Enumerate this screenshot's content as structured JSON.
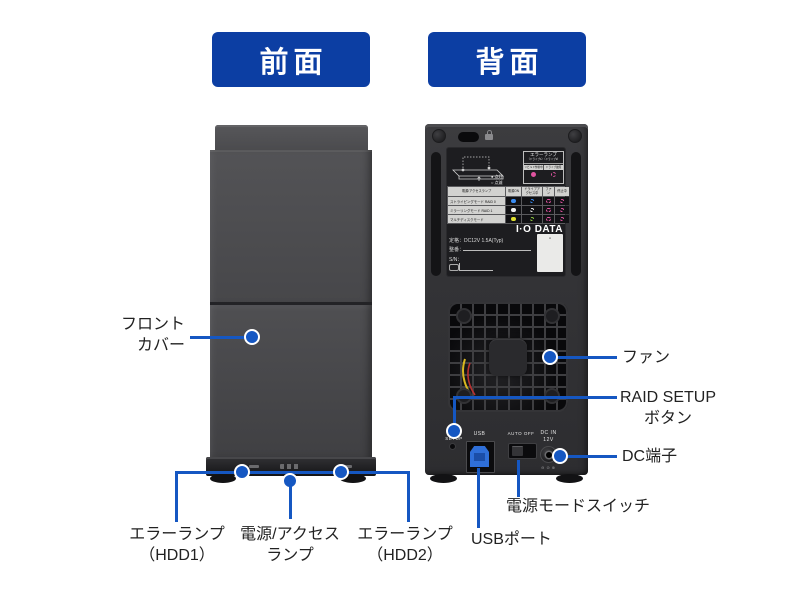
{
  "colors": {
    "badge_blue": "#0c3ea3",
    "callout_blue": "#1557c2",
    "body_gray": "#4a4a4d",
    "led_blue": "#3b8df2",
    "led_white": "#f2f2f2",
    "led_yellow": "#e0e030",
    "led_green": "#8cc63f",
    "led_pink": "#e054a0"
  },
  "badges": {
    "front": "前面",
    "back": "背面"
  },
  "front_view": {
    "labels": {
      "front_cover": {
        "line1": "フロント",
        "line2": "カバー"
      },
      "error_lamp_hdd1": {
        "line1": "エラーランプ",
        "line2": "（HDD1）"
      },
      "power_access_lamp": {
        "line1": "電源/アクセス",
        "line2": "ランプ"
      },
      "error_lamp_hdd2": {
        "line1": "エラーランプ",
        "line2": "（HDD2）"
      }
    }
  },
  "back_view": {
    "labels": {
      "fan": "ファン",
      "raid_setup": {
        "line1": "RAID SETUP",
        "line2": "ボタン"
      },
      "dc_jack": "DC端子",
      "power_mode_switch": "電源モードスイッチ",
      "usb_port": "USBポート"
    },
    "panel": {
      "setup": "SETUP",
      "usb": "USB",
      "auto_off": "AUTO  OFF",
      "dc_in": "DC IN",
      "dc_v": "12V",
      "polarity": "⊖⊙⊕"
    },
    "sticker": {
      "legend_on": "● 点灯",
      "legend_blink": "○ 点滅",
      "error_box": {
        "title": "エラーランプ",
        "subtitle": "（ドライブ1）（ドライブ2）",
        "cols": [
          "リビルド作動中",
          "ドライブ故障"
        ],
        "cells": [
          {
            "type": "solid",
            "color": "#e054a0"
          },
          {
            "type": "blink",
            "color": "#e054a0"
          }
        ]
      },
      "table": {
        "header": "電源/アクセスランプ",
        "columns": [
          "電源ON",
          "ドライブアクセス中",
          "ファン",
          "停止中"
        ],
        "rows": [
          {
            "label": "ストライピングモード RAID 0",
            "cells": [
              {
                "type": "solid",
                "color": "#3b8df2"
              },
              {
                "type": "blink",
                "color": "#3b8df2"
              },
              {
                "type": "blink",
                "color": "#e054a0"
              },
              {
                "type": "blink",
                "color": "#e054a0"
              }
            ]
          },
          {
            "label": "ミラーリングモード RAID 1",
            "cells": [
              {
                "type": "solid",
                "color": "#f2f2f2"
              },
              {
                "type": "blink",
                "color": "#f2f2f2"
              },
              {
                "type": "blink",
                "color": "#e054a0"
              },
              {
                "type": "blink",
                "color": "#e054a0"
              }
            ]
          },
          {
            "label": "マルチディスクモード",
            "cells": [
              {
                "type": "solid",
                "color": "#e0e030"
              },
              {
                "type": "blink",
                "color": "#8cc63f"
              },
              {
                "type": "blink",
                "color": "#e054a0"
              },
              {
                "type": "blink",
                "color": "#e054a0"
              }
            ]
          }
        ]
      },
      "logo": "I·O DATA",
      "rating": "定格：DC12V 1.5A(Typ)",
      "product_no": "整番：",
      "serial": "S/N：",
      "note_mark": "※"
    }
  }
}
